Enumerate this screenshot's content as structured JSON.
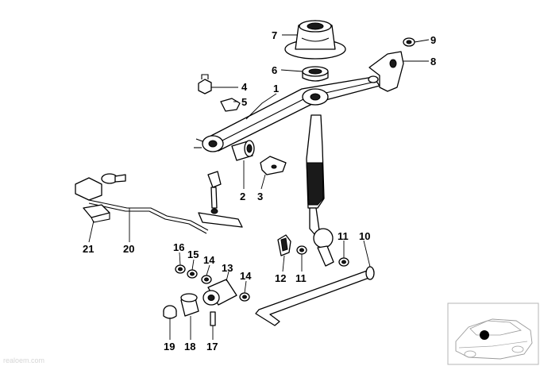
{
  "callouts": [
    {
      "id": "1",
      "label": "1"
    },
    {
      "id": "2",
      "label": "2"
    },
    {
      "id": "3",
      "label": "3"
    },
    {
      "id": "4",
      "label": "4"
    },
    {
      "id": "5",
      "label": "5"
    },
    {
      "id": "6",
      "label": "6"
    },
    {
      "id": "7",
      "label": "7"
    },
    {
      "id": "8",
      "label": "8"
    },
    {
      "id": "9",
      "label": "9"
    },
    {
      "id": "10",
      "label": "10"
    },
    {
      "id": "11a",
      "label": "11"
    },
    {
      "id": "11b",
      "label": "11"
    },
    {
      "id": "12",
      "label": "12"
    },
    {
      "id": "13",
      "label": "13"
    },
    {
      "id": "14a",
      "label": "14"
    },
    {
      "id": "14b",
      "label": "14"
    },
    {
      "id": "15",
      "label": "15"
    },
    {
      "id": "16",
      "label": "16"
    },
    {
      "id": "17",
      "label": "17"
    },
    {
      "id": "18",
      "label": "18"
    },
    {
      "id": "19",
      "label": "19"
    },
    {
      "id": "20",
      "label": "20"
    },
    {
      "id": "21",
      "label": "21"
    }
  ],
  "watermark": "realoem.com",
  "colors": {
    "ink": "#000000",
    "background": "#ffffff",
    "inset_border": "#b5b5b5"
  }
}
